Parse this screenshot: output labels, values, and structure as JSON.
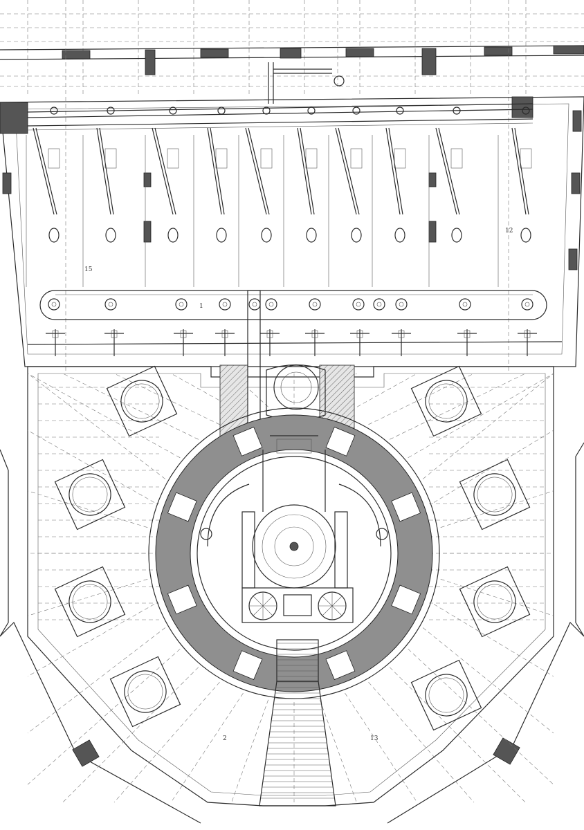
{
  "drawing": {
    "kind": "engineering plan",
    "colors": {
      "ink": "#2a2a2a",
      "wall": "#555555",
      "paper": "#ffffff",
      "ring": "#8f8f8f"
    }
  },
  "labels": {
    "valve_mark_1": "1",
    "room_mark_15": "15",
    "room_mark_12": "12",
    "room_mark_2": "2",
    "room_mark_13": "13"
  }
}
